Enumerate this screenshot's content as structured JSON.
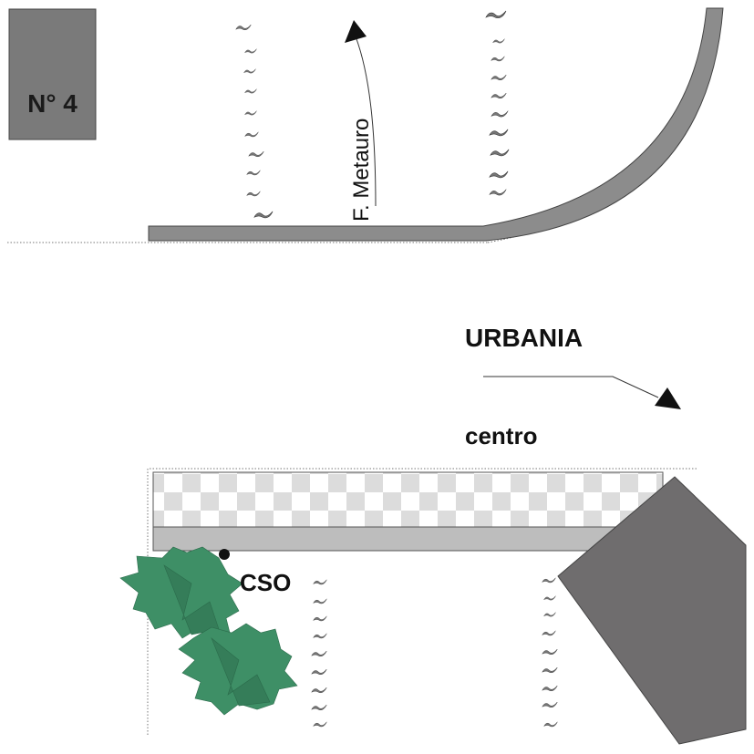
{
  "labels": {
    "box_number": "N° 4",
    "river": "F. Metauro",
    "town": "URBANIA",
    "direction": "centro",
    "outfall": "CSO"
  },
  "colors": {
    "wall_dark": "#7a7a7a",
    "wall_light": "#bdbdbd",
    "checker_light": "#dcdcdc",
    "checker_white": "#ffffff",
    "vegetation": "#3e8f66",
    "building": "#6f6d6e",
    "line": "#444444"
  },
  "icons": {
    "water_flow_marks": "water-wave-icon",
    "vegetation": "tree-clump-icon",
    "outfall_point": "cso-point-icon"
  }
}
